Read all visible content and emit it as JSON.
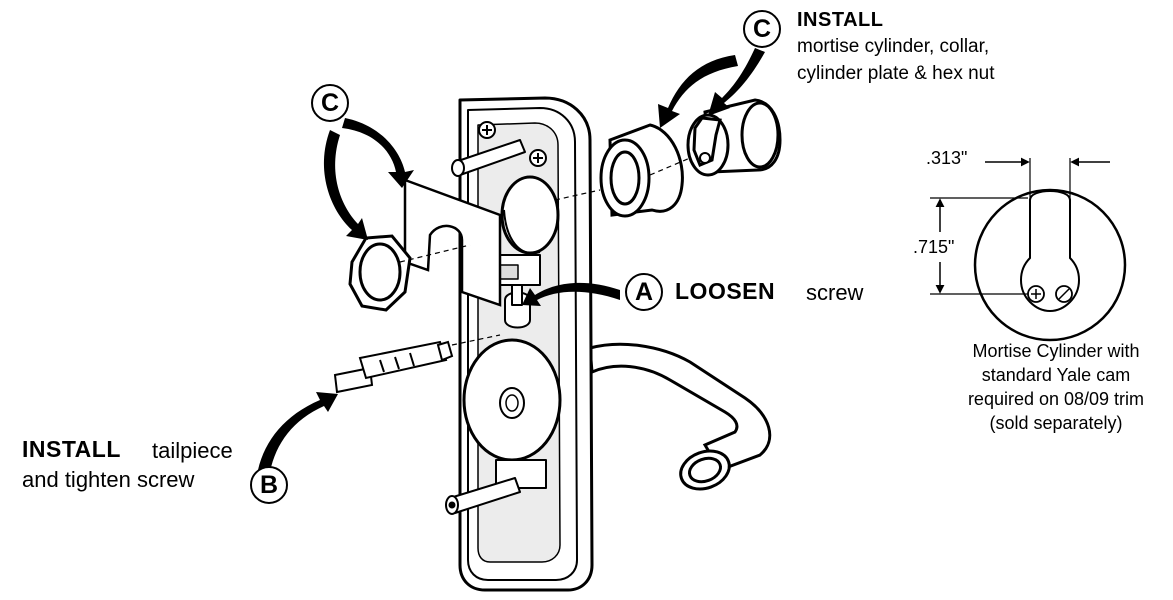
{
  "callouts": {
    "c_top": {
      "letter": "C",
      "heading": "INSTALL",
      "line1": "mortise cylinder, collar,",
      "line2": "cylinder plate & hex nut"
    },
    "c_left": {
      "letter": "C"
    },
    "a": {
      "letter": "A",
      "heading": "LOOSEN",
      "tail": "screw"
    },
    "b": {
      "letter": "B",
      "heading": "INSTALL",
      "tail": "tailpiece",
      "line2": "and tighten screw"
    }
  },
  "detail": {
    "dim_width": ".313\"",
    "dim_height": ".715\"",
    "caption": [
      "Mortise Cylinder with",
      "standard Yale cam",
      "required on 08/09 trim",
      "(sold separately)"
    ]
  },
  "colors": {
    "line": "#000000",
    "fill": "#ffffff",
    "shade": "#d9d9d9"
  }
}
